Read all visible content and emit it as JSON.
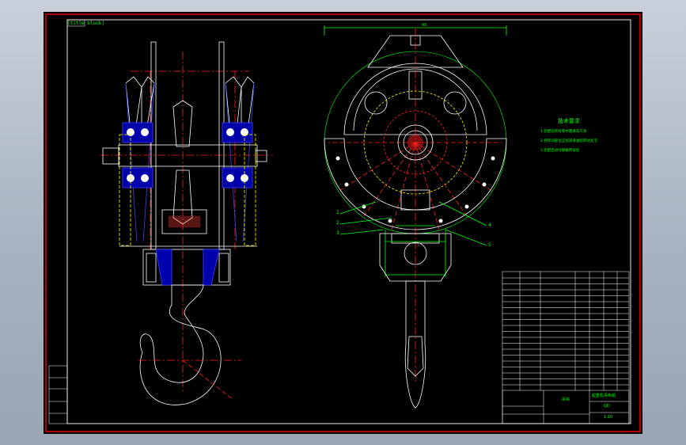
{
  "sheet": {
    "tag": "[title block]"
  },
  "tech_requirements": {
    "title": "技术要求",
    "notes": [
      "1.装配前所有零件需清洗干净",
      "2.各转动部位应加润滑油脂转动灵活",
      "3.装配后进行静载荷试验"
    ]
  },
  "callouts": [
    "1",
    "2",
    "3",
    "4",
    "5"
  ],
  "title_block": {
    "name": "吊钩",
    "scale": "1:10",
    "label_a": "起重机吊钩组",
    "label_b": "QD"
  },
  "colors": {
    "outline": "#ffffff",
    "centerline": "#ff2020",
    "dimension": "#00ff00",
    "hatch": "#4040ff",
    "hidden": "#ffff00",
    "frame": "#ff0000"
  }
}
